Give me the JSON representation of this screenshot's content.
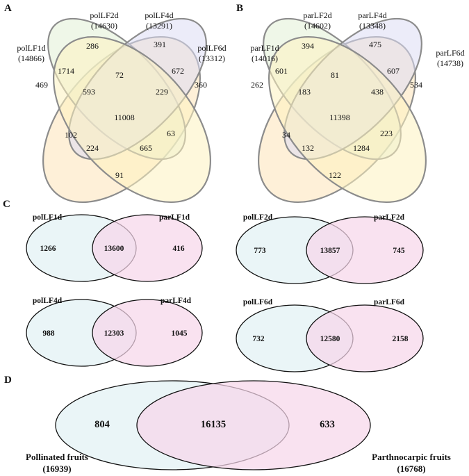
{
  "panels": {
    "A": {
      "label": "A",
      "sets": [
        {
          "name": "polLF1d",
          "total": "(14866)"
        },
        {
          "name": "polLF2d",
          "total": "(14630)"
        },
        {
          "name": "polLF4d",
          "total": "(13291)"
        },
        {
          "name": "polLF6d",
          "total": "(13312)"
        }
      ],
      "regions": {
        "only1": "469",
        "only2": "286",
        "only4": "391",
        "only6": "360",
        "s1_2": "1714",
        "s2_4": "72",
        "s4_6": "672",
        "s1_6": "91",
        "s1_4": "102",
        "s2_6": "63",
        "s1_2_4": "593",
        "s2_4_6": "229",
        "s1_4_6": "224",
        "s1_2_6": "665",
        "all": "11008"
      }
    },
    "B": {
      "label": "B",
      "sets": [
        {
          "name": "parLF1d",
          "total": "(14016)"
        },
        {
          "name": "parLF2d",
          "total": "(14602)"
        },
        {
          "name": "parLF4d",
          "total": "(13348)"
        },
        {
          "name": "parLF6d",
          "total": "(14738)"
        }
      ],
      "regions": {
        "only1": "262",
        "only2": "394",
        "only4": "475",
        "only6": "534",
        "s1_2": "601",
        "s2_4": "81",
        "s4_6": "607",
        "s1_6": "122",
        "s1_4": "34",
        "s2_6": "223",
        "s1_2_4": "183",
        "s2_4_6": "438",
        "s1_4_6": "132",
        "s1_2_6": "1284",
        "all": "11398"
      }
    },
    "C": {
      "label": "C",
      "pairs": [
        {
          "left_name": "polLF1d",
          "right_name": "parLF1d",
          "left_only": "1266",
          "shared": "13600",
          "right_only": "416"
        },
        {
          "left_name": "polLF2d",
          "right_name": "parLF2d",
          "left_only": "773",
          "shared": "13857",
          "right_only": "745"
        },
        {
          "left_name": "polLF4d",
          "right_name": "parLF4d",
          "left_only": "988",
          "shared": "12303",
          "right_only": "1045"
        },
        {
          "left_name": "polLF6d",
          "right_name": "parLF6d",
          "left_only": "732",
          "shared": "12580",
          "right_only": "2158"
        }
      ]
    },
    "D": {
      "label": "D",
      "left_name": "Pollinated fruits",
      "left_total": "(16939)",
      "right_name": "Parthnocarpic fruits",
      "right_total": "(16768)",
      "left_only": "804",
      "shared": "16135",
      "right_only": "633"
    }
  },
  "colors": {
    "set1": "#fde3b8",
    "set2": "#e2f0d6",
    "set4": "#dcdcf4",
    "set6": "#fdf3bf",
    "pol": "#e6f3f6",
    "par": "#f7d6ea",
    "overlap": "#e5d3ec"
  }
}
